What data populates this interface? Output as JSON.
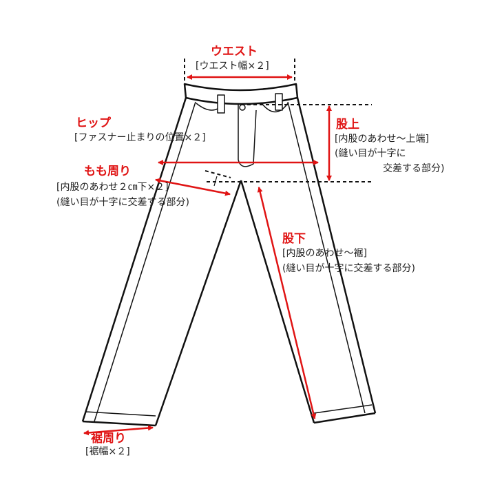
{
  "colors": {
    "accent": "#e01414",
    "line": "#111111"
  },
  "labels": {
    "waist": {
      "title": "ウエスト",
      "desc": "[ウエスト幅×２]"
    },
    "hip": {
      "title": "ヒップ",
      "desc": "[ファスナー止まりの位置×２]"
    },
    "thigh": {
      "title": "もも周り",
      "desc1": "[内股のあわせ２㎝下×２]",
      "desc2": "(縫い目が十字に交差する部分)"
    },
    "rise": {
      "title": "股上",
      "desc1": "[内股のあわせ〜上端]",
      "desc2": "(縫い目が十字に",
      "desc3": "交差する部分)"
    },
    "inseam": {
      "title": "股下",
      "desc1": "[内股のあわせ〜裾]",
      "desc2": "(縫い目が十字に交差する部分)"
    },
    "hem": {
      "title": "裾周り",
      "desc": "[裾幅×２]"
    }
  }
}
